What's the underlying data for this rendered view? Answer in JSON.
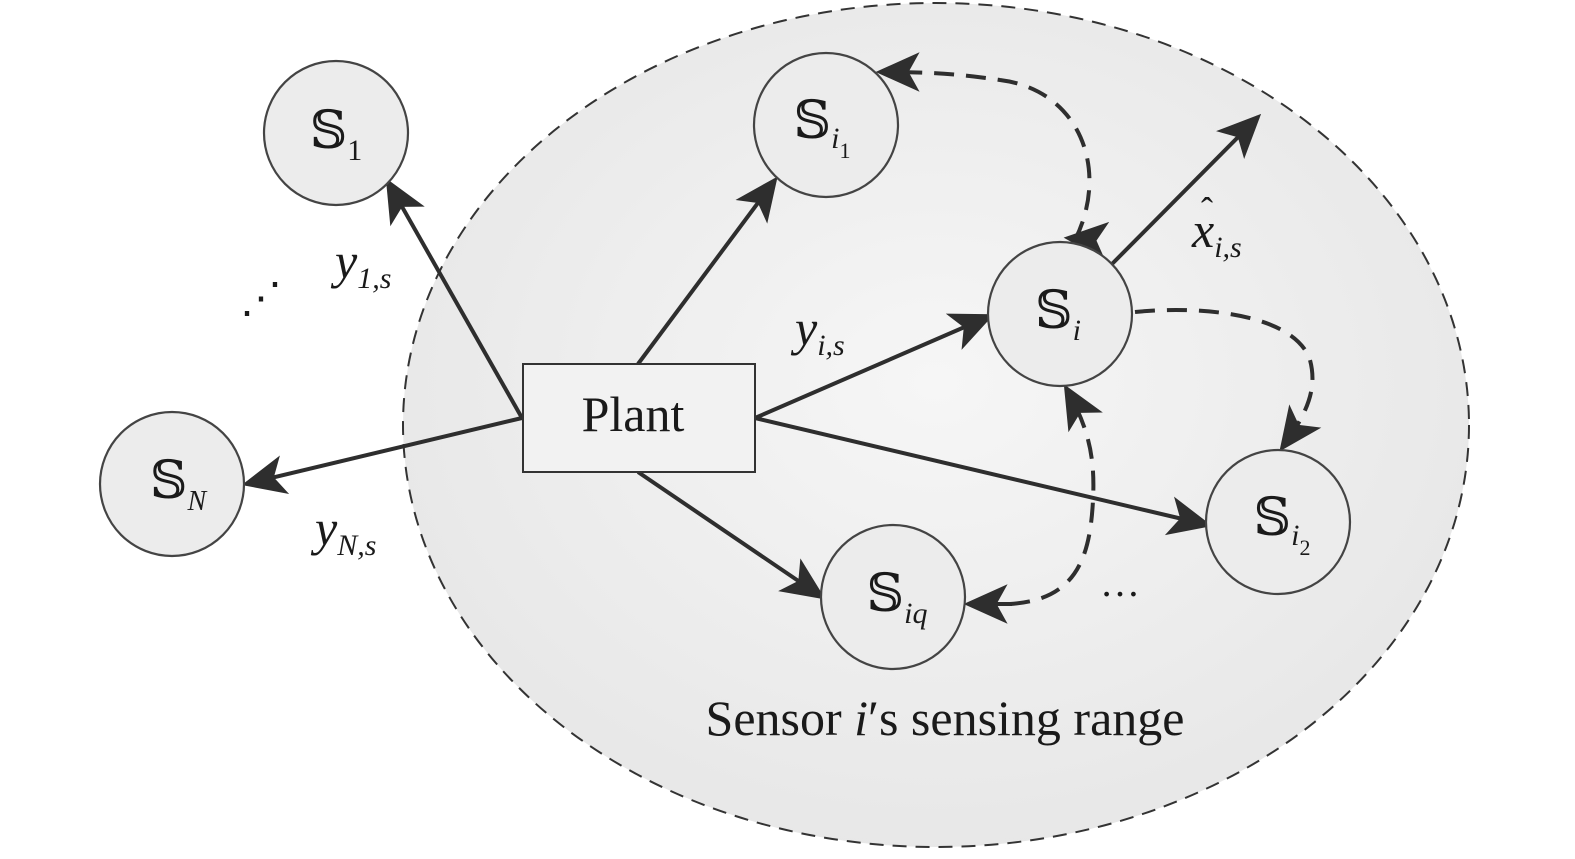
{
  "plant": {
    "label": "Plant"
  },
  "range_label": {
    "pre": "Sensor ",
    "italic": "i",
    "post": "′s sensing range"
  },
  "nodes": {
    "s1": {
      "symbol": "𝕊",
      "sub": "1"
    },
    "si1": {
      "symbol": "𝕊",
      "sub": "i",
      "subsub": "1"
    },
    "si": {
      "symbol": "𝕊",
      "sub": "i"
    },
    "si2": {
      "symbol": "𝕊",
      "sub": "i",
      "subsub": "2"
    },
    "siq": {
      "symbol": "𝕊",
      "sub": "iq"
    },
    "sN": {
      "symbol": "𝕊",
      "sub": "N"
    }
  },
  "edge_labels": {
    "y1s": {
      "main": "y",
      "sub": "1,s"
    },
    "yis": {
      "main": "y",
      "sub": "i,s"
    },
    "yNs": {
      "main": "y",
      "sub": "N,s"
    },
    "xhat": {
      "main": "x",
      "hat": "ˆ",
      "sub": "i,s"
    }
  },
  "ellipsis": {
    "left": "⋰",
    "right": "…"
  },
  "colors": {
    "range_fill": "#eeeeee",
    "node_fill": "#ececec",
    "edge": "#2e2e2e"
  }
}
